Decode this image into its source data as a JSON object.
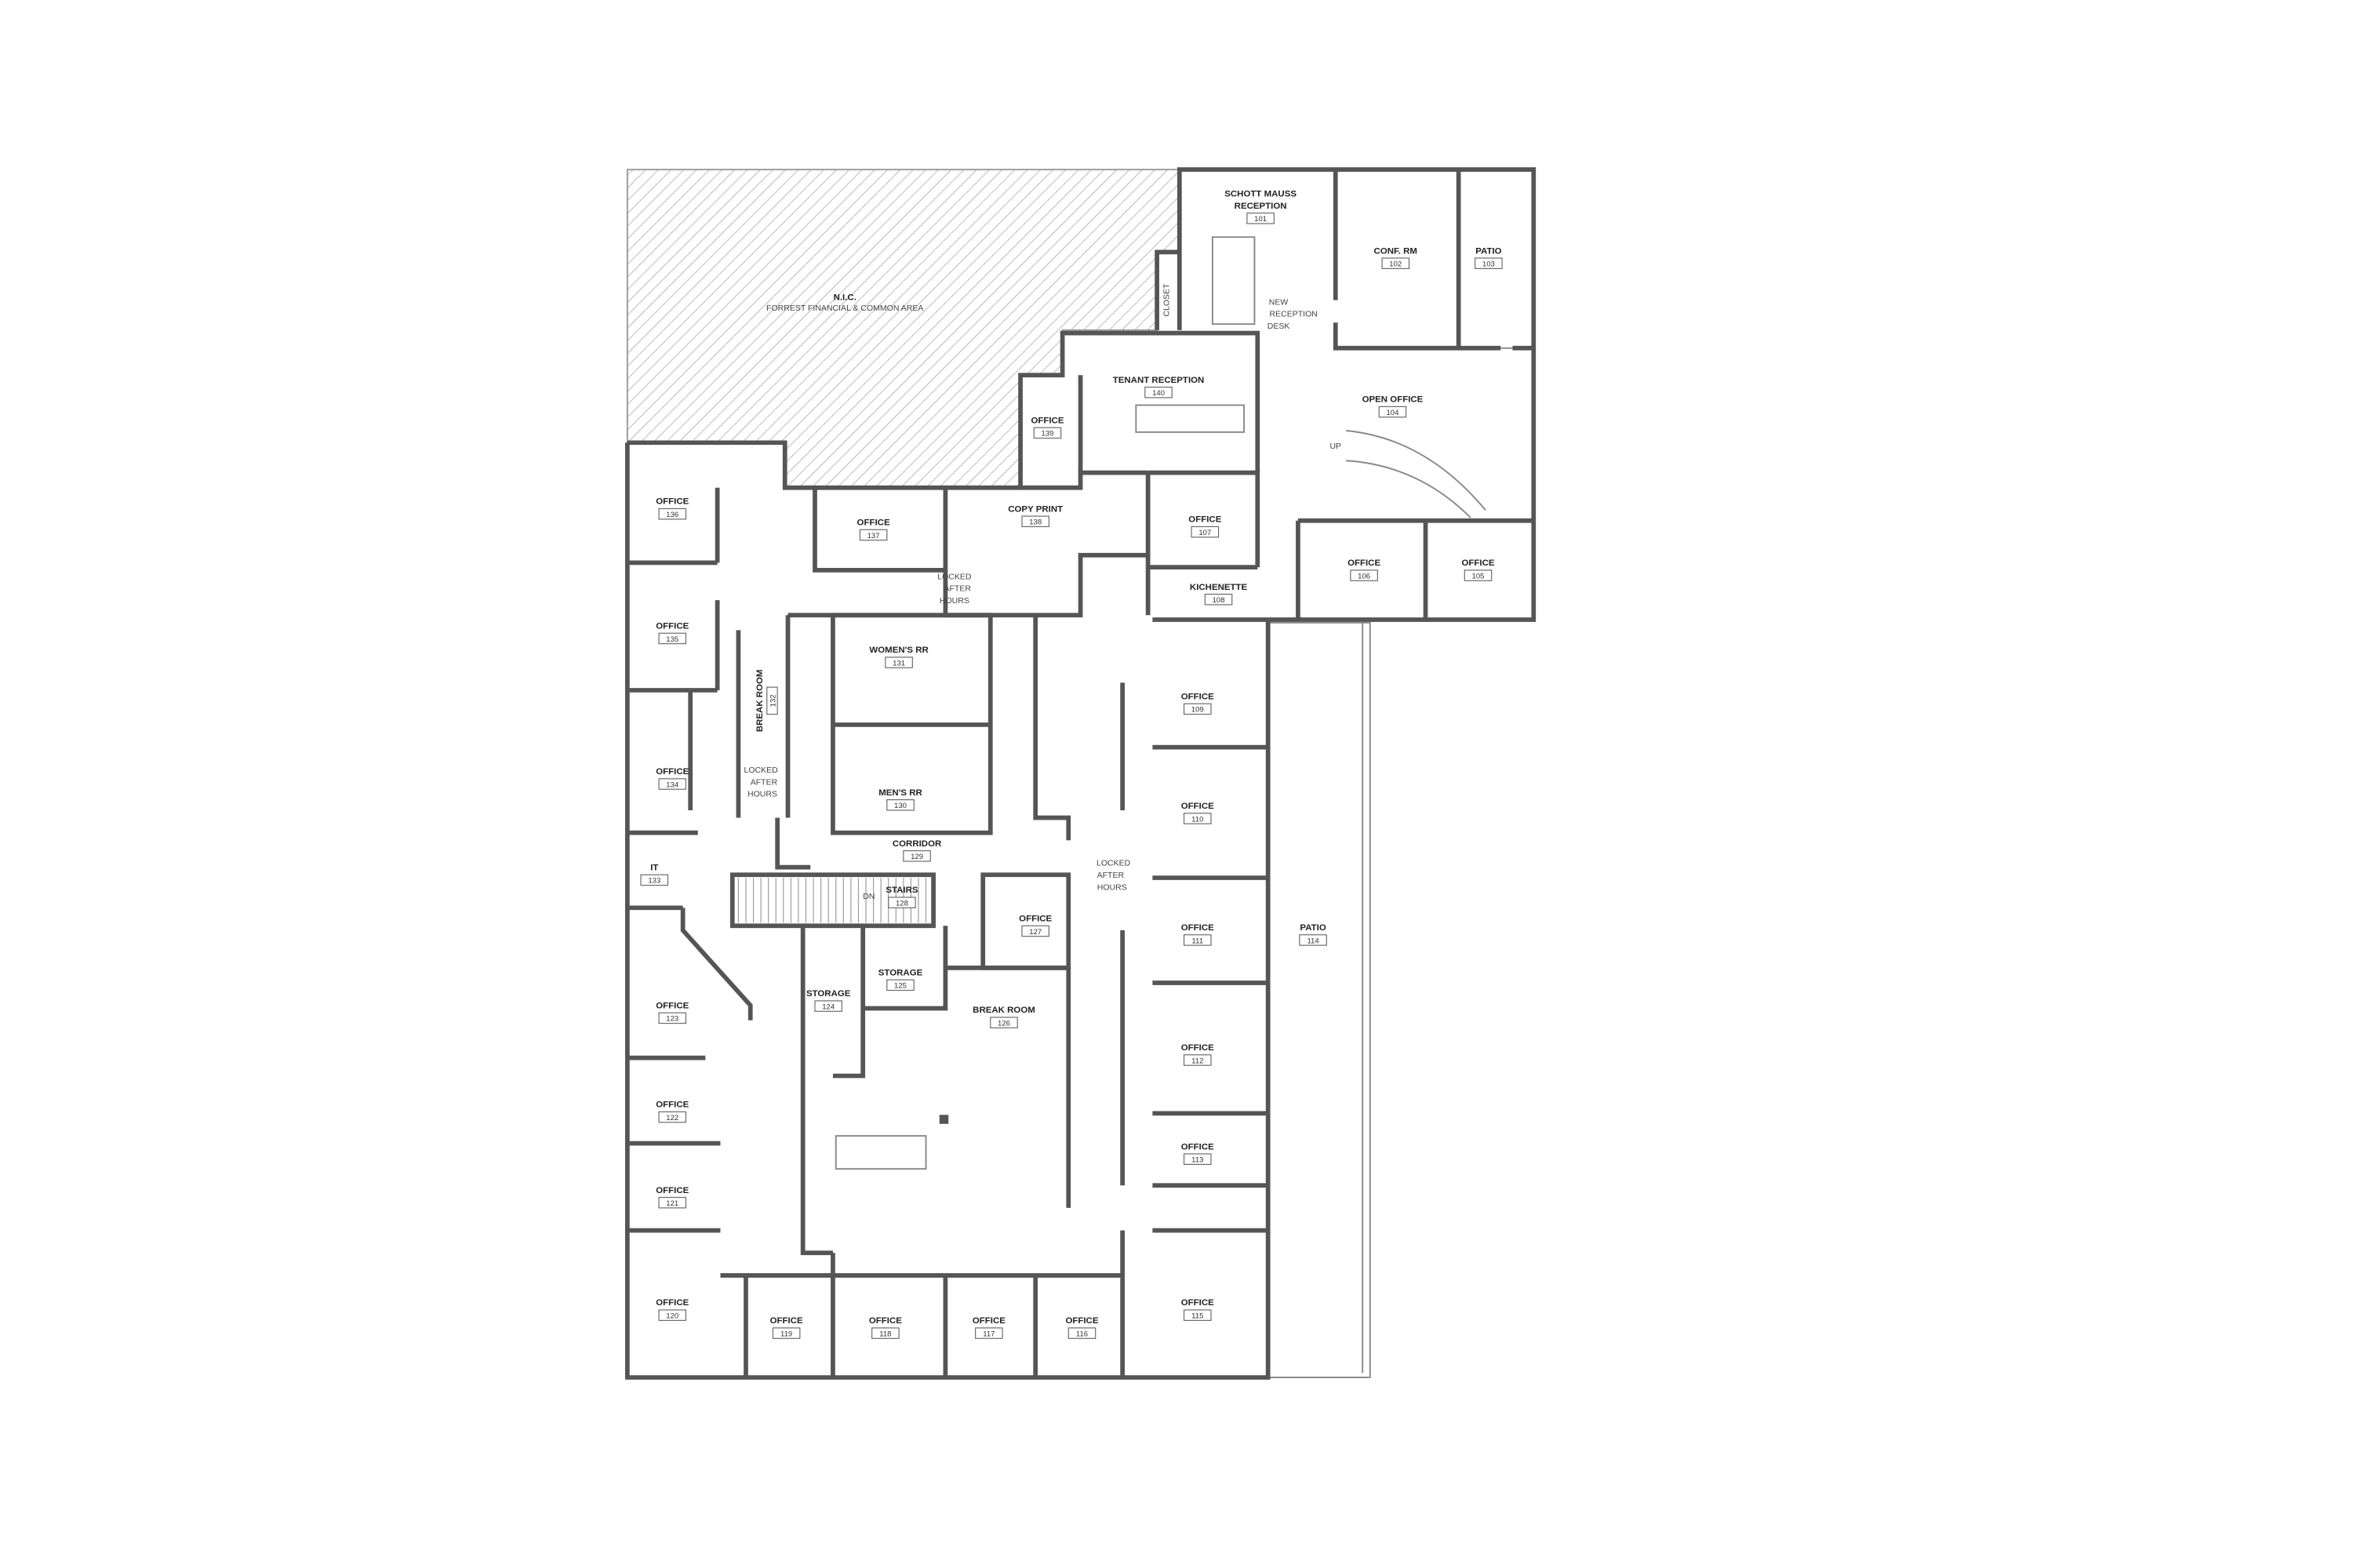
{
  "plan": {
    "nic_title": "N.I.C.",
    "nic_subtitle": "FORREST FINANCIAL & COMMON AREA",
    "notes": {
      "closet": "CLOSET",
      "new_reception_desk": [
        "NEW",
        "RECEPTION",
        "DESK"
      ],
      "stair_up": "UP",
      "stair_down": "DN",
      "locked_after_hours": [
        "LOCKED",
        "AFTER",
        "HOURS"
      ]
    },
    "rooms": [
      {
        "name": "SCHOTT MAUSS",
        "name2": "RECEPTION",
        "number": "101"
      },
      {
        "name": "CONF. RM",
        "number": "102"
      },
      {
        "name": "PATIO",
        "number": "103"
      },
      {
        "name": "OPEN OFFICE",
        "number": "104"
      },
      {
        "name": "OFFICE",
        "number": "105"
      },
      {
        "name": "OFFICE",
        "number": "106"
      },
      {
        "name": "OFFICE",
        "number": "107"
      },
      {
        "name": "KICHENETTE",
        "number": "108"
      },
      {
        "name": "OFFICE",
        "number": "109"
      },
      {
        "name": "OFFICE",
        "number": "110"
      },
      {
        "name": "OFFICE",
        "number": "111"
      },
      {
        "name": "OFFICE",
        "number": "112"
      },
      {
        "name": "OFFICE",
        "number": "113"
      },
      {
        "name": "PATIO",
        "number": "114"
      },
      {
        "name": "OFFICE",
        "number": "115"
      },
      {
        "name": "OFFICE",
        "number": "116"
      },
      {
        "name": "OFFICE",
        "number": "117"
      },
      {
        "name": "OFFICE",
        "number": "118"
      },
      {
        "name": "OFFICE",
        "number": "119"
      },
      {
        "name": "OFFICE",
        "number": "120"
      },
      {
        "name": "OFFICE",
        "number": "121"
      },
      {
        "name": "OFFICE",
        "number": "122"
      },
      {
        "name": "OFFICE",
        "number": "123"
      },
      {
        "name": "STORAGE",
        "number": "124"
      },
      {
        "name": "STORAGE",
        "number": "125"
      },
      {
        "name": "BREAK ROOM",
        "number": "126"
      },
      {
        "name": "OFFICE",
        "number": "127"
      },
      {
        "name": "STAIRS",
        "number": "128"
      },
      {
        "name": "CORRIDOR",
        "number": "129"
      },
      {
        "name": "MEN'S RR",
        "number": "130"
      },
      {
        "name": "WOMEN'S RR",
        "number": "131"
      },
      {
        "name": "BREAK ROOM",
        "number": "132"
      },
      {
        "name": "IT",
        "number": "133"
      },
      {
        "name": "OFFICE",
        "number": "134"
      },
      {
        "name": "OFFICE",
        "number": "135"
      },
      {
        "name": "OFFICE",
        "number": "136"
      },
      {
        "name": "OFFICE",
        "number": "137"
      },
      {
        "name": "COPY PRINT",
        "number": "138"
      },
      {
        "name": "OFFICE",
        "number": "139"
      },
      {
        "name": "TENANT RECEPTION",
        "number": "140"
      }
    ]
  },
  "colors": {
    "wall": "#555555",
    "hatch": "#9a9a9a",
    "background": "#ffffff"
  }
}
